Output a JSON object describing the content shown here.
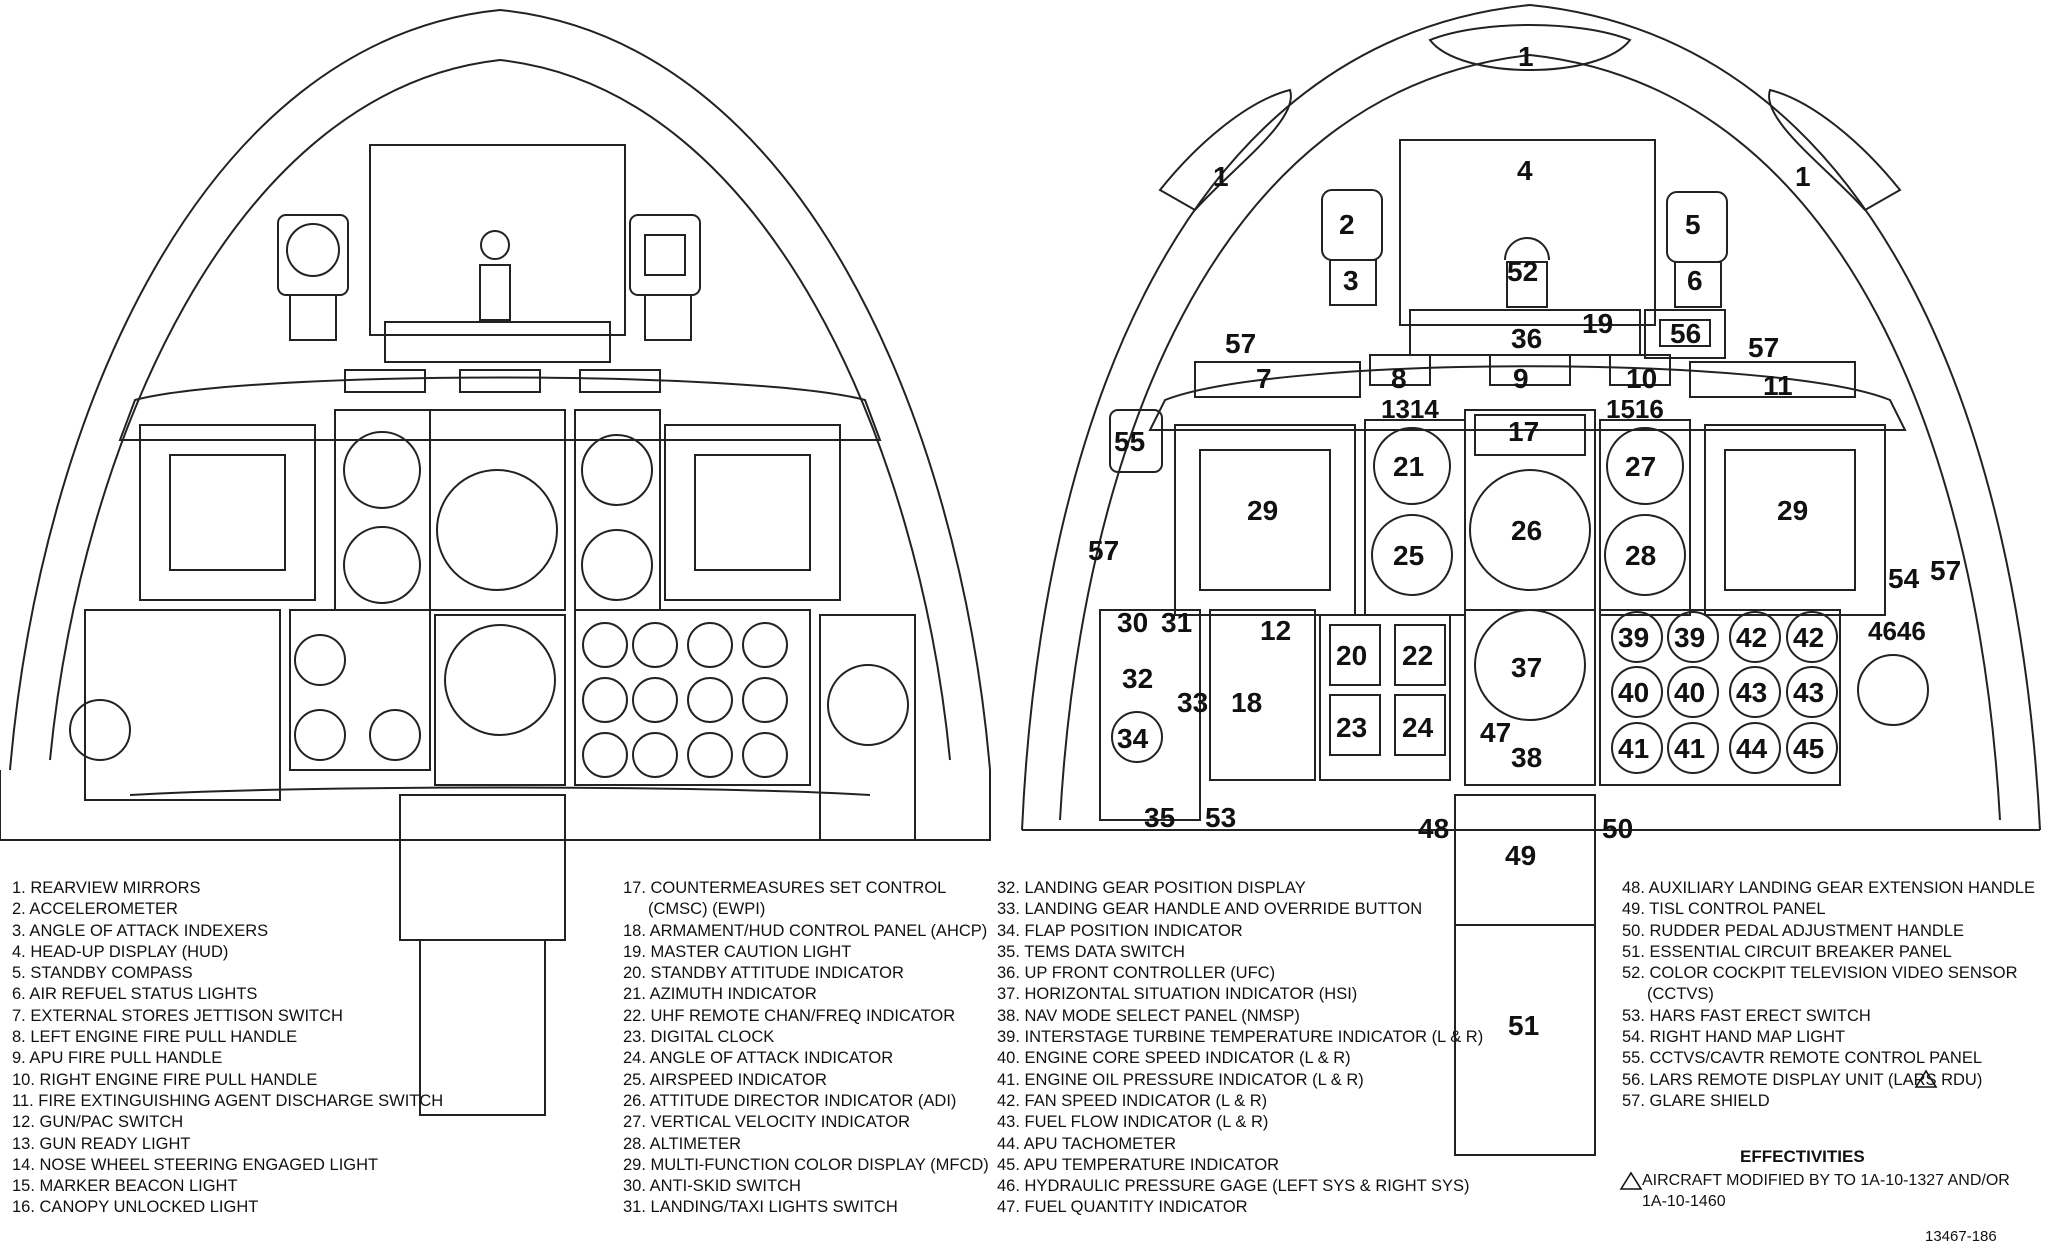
{
  "callouts": {
    "c1": "1",
    "c2": "2",
    "c3": "3",
    "c4": "4",
    "c5": "5",
    "c6": "6",
    "c7": "7",
    "c8": "8",
    "c9": "9",
    "c10": "10",
    "c11": "11",
    "c12": "12",
    "c1314": "1314",
    "c1516": "1516",
    "c17": "17",
    "c18": "18",
    "c19": "19",
    "c20": "20",
    "c21": "21",
    "c22": "22",
    "c23": "23",
    "c24": "24",
    "c25": "25",
    "c26": "26",
    "c27": "27",
    "c28": "28",
    "c29": "29",
    "c30": "30",
    "c31": "31",
    "c32": "32",
    "c33": "33",
    "c34": "34",
    "c35": "35",
    "c36": "36",
    "c37": "37",
    "c38": "38",
    "c39": "39",
    "c40": "40",
    "c41": "41",
    "c42": "42",
    "c43": "43",
    "c44": "44",
    "c45": "45",
    "c4646": "4646",
    "c47": "47",
    "c48": "48",
    "c49": "49",
    "c50": "50",
    "c51": "51",
    "c52": "52",
    "c53": "53",
    "c54": "54",
    "c55": "55",
    "c56": "56",
    "c57": "57"
  },
  "legend": [
    "1. REARVIEW MIRRORS",
    "2. ACCELEROMETER",
    "3. ANGLE OF ATTACK INDEXERS",
    "4. HEAD-UP DISPLAY (HUD)",
    "5. STANDBY COMPASS",
    "6. AIR REFUEL STATUS LIGHTS",
    "7. EXTERNAL STORES JETTISON SWITCH",
    "8. LEFT ENGINE FIRE PULL HANDLE",
    "9. APU FIRE PULL HANDLE",
    "10. RIGHT ENGINE FIRE PULL HANDLE",
    "11. FIRE EXTINGUISHING AGENT DISCHARGE SWITCH",
    "12. GUN/PAC SWITCH",
    "13. GUN READY LIGHT",
    "14. NOSE WHEEL STEERING ENGAGED LIGHT",
    "15. MARKER BEACON LIGHT",
    "16. CANOPY UNLOCKED LIGHT",
    "17. COUNTERMEASURES SET CONTROL",
    "(CMSC) (EWPI)",
    "18. ARMAMENT/HUD CONTROL PANEL (AHCP)",
    "19. MASTER CAUTION LIGHT",
    "20. STANDBY ATTITUDE INDICATOR",
    "21. AZIMUTH INDICATOR",
    "22. UHF REMOTE CHAN/FREQ INDICATOR",
    "23. DIGITAL CLOCK",
    "24. ANGLE OF ATTACK INDICATOR",
    "25. AIRSPEED INDICATOR",
    "26. ATTITUDE DIRECTOR INDICATOR (ADI)",
    "27. VERTICAL VELOCITY INDICATOR",
    "28. ALTIMETER",
    "29. MULTI-FUNCTION COLOR DISPLAY (MFCD)",
    "30. ANTI-SKID SWITCH",
    "31. LANDING/TAXI LIGHTS SWITCH",
    "32. LANDING GEAR POSITION DISPLAY",
    "33. LANDING GEAR HANDLE AND OVERRIDE BUTTON",
    "34. FLAP POSITION INDICATOR",
    "35. TEMS DATA SWITCH",
    "36. UP FRONT CONTROLLER (UFC)",
    "37. HORIZONTAL SITUATION INDICATOR (HSI)",
    "38. NAV MODE SELECT PANEL (NMSP)",
    "39. INTERSTAGE TURBINE TEMPERATURE INDICATOR (L & R)",
    "40. ENGINE CORE SPEED INDICATOR (L & R)",
    "41. ENGINE OIL PRESSURE INDICATOR (L & R)",
    "42. FAN SPEED INDICATOR (L & R)",
    "43. FUEL FLOW INDICATOR (L & R)",
    "44. APU TACHOMETER",
    "45. APU TEMPERATURE INDICATOR",
    "46. HYDRAULIC PRESSURE GAGE (LEFT SYS & RIGHT SYS)",
    "47. FUEL QUANTITY INDICATOR",
    "48. AUXILIARY LANDING GEAR EXTENSION HANDLE",
    "49. TISL CONTROL PANEL",
    "50. RUDDER PEDAL ADJUSTMENT HANDLE",
    "51. ESSENTIAL CIRCUIT BREAKER PANEL",
    "52. COLOR COCKPIT TELEVISION VIDEO SENSOR",
    "(CCTVS)",
    "53. HARS FAST ERECT SWITCH",
    "54. RIGHT HAND MAP LIGHT",
    "55. CCTVS/CAVTR REMOTE CONTROL PANEL",
    "56. LARS REMOTE DISPLAY UNIT (LARS RDU)",
    "57. GLARE SHIELD"
  ],
  "effectivities": {
    "title": "EFFECTIVITIES",
    "line1": "AIRCRAFT MODIFIED BY TO 1A-10-1327 AND/OR",
    "line2": "1A-10-1460"
  },
  "figure_number": "13467-186"
}
